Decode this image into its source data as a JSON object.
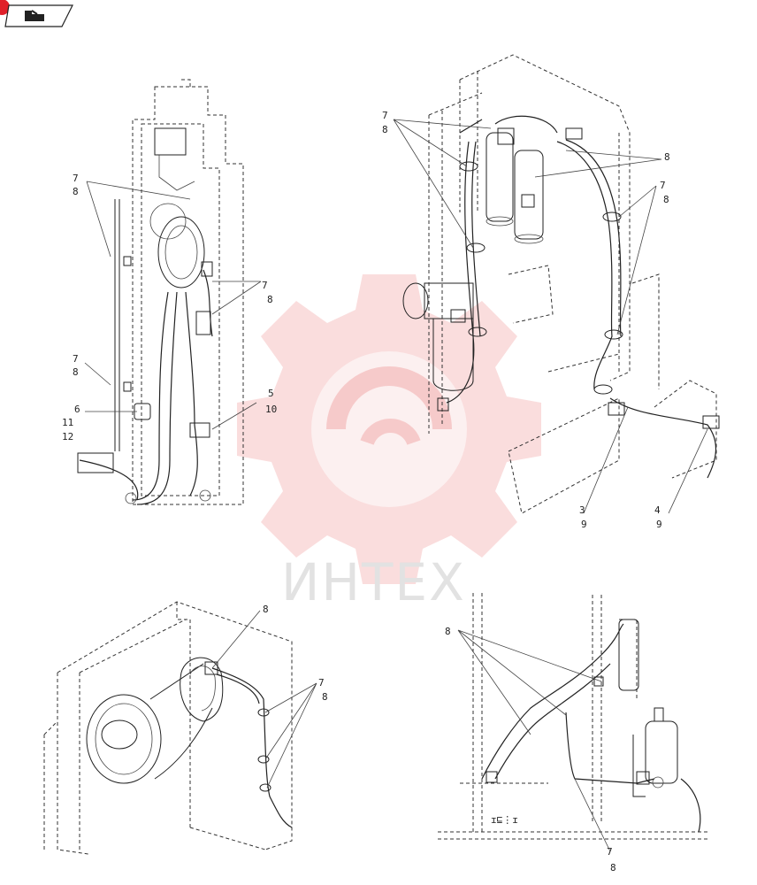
{
  "watermark": {
    "text": "ИНТЕХ",
    "gear_color": "#f4b6b6"
  },
  "nav": {
    "icon": "arrow-icon",
    "badge_color": "#e0202a"
  },
  "callouts": {
    "a1": "7",
    "a2": "8",
    "a3": "7",
    "a4": "8",
    "a5": "7",
    "a6": "8",
    "a7": "6",
    "a8": "11",
    "a9": "12",
    "a10": "5",
    "a11": "10",
    "b1": "7",
    "b2": "8",
    "b3": "8",
    "b4": "7",
    "b5": "8",
    "b6": "3",
    "b7": "9",
    "b8": "4",
    "b9": "9",
    "c1": "8",
    "c2": "7",
    "c3": "8",
    "d1": "8",
    "d2": "7",
    "d3": "8"
  }
}
